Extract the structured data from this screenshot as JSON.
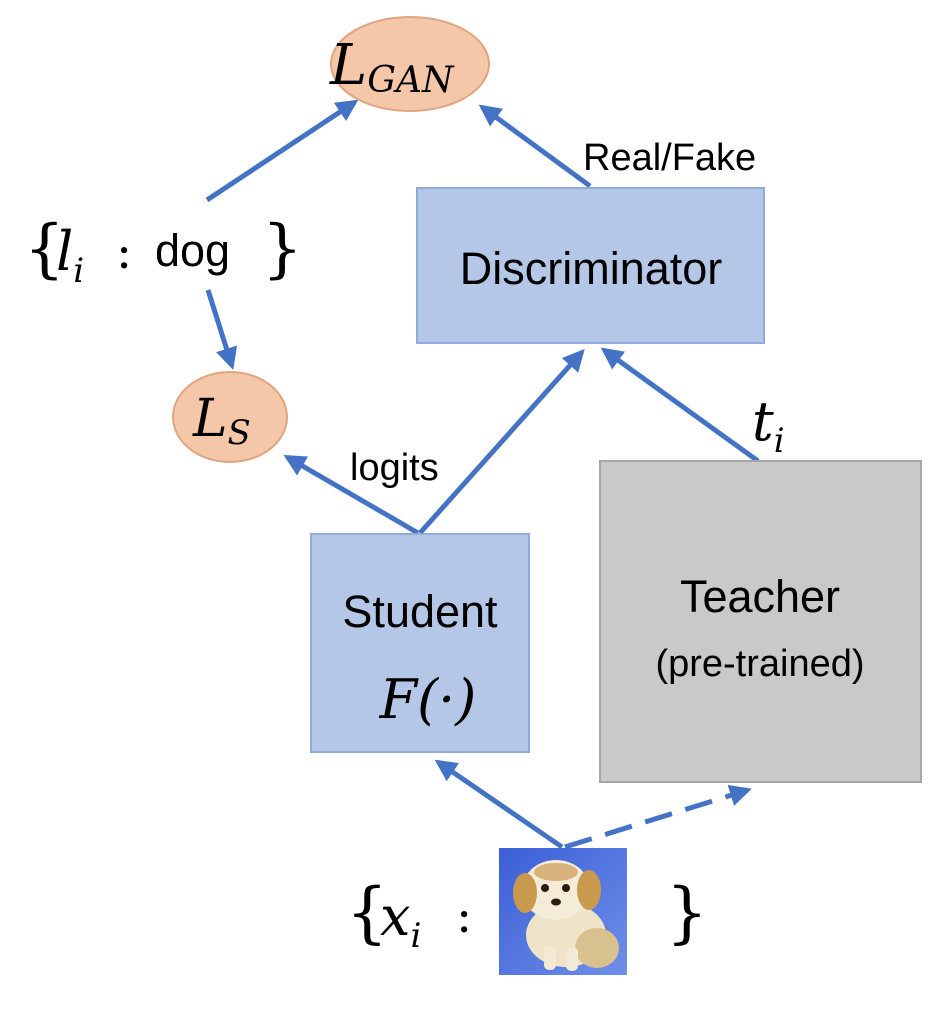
{
  "colors": {
    "blue_box": "#b4c7e7",
    "blue_box_border": "#8faadc",
    "gray_box": "#c9c9c9",
    "gray_box_border": "#a6a6a6",
    "loss_fill": "#f4c7a8",
    "loss_border": "#e2a47e",
    "arrow": "#4472c4"
  },
  "nodes": {
    "loss_gan": {
      "script": "L",
      "subscript": "GAN"
    },
    "loss_s": {
      "script": "L",
      "subscript": "S"
    },
    "discriminator": {
      "label": "Discriminator"
    },
    "student": {
      "label": "Student",
      "formula": "F(·)"
    },
    "teacher": {
      "label": "Teacher",
      "sublabel": "(pre-trained)"
    }
  },
  "labels": {
    "real_fake": "Real/Fake",
    "logits": "logits",
    "t_i": {
      "base": "t",
      "sub": "i"
    },
    "label_set": {
      "open": "{",
      "var": "l",
      "sub": "i",
      "colon": ":",
      "value": "dog",
      "close": "}"
    },
    "input_set": {
      "open": "{",
      "var": "x",
      "sub": "i",
      "colon": ":",
      "close": "}"
    }
  },
  "image": {
    "icon": "puppy-image"
  }
}
